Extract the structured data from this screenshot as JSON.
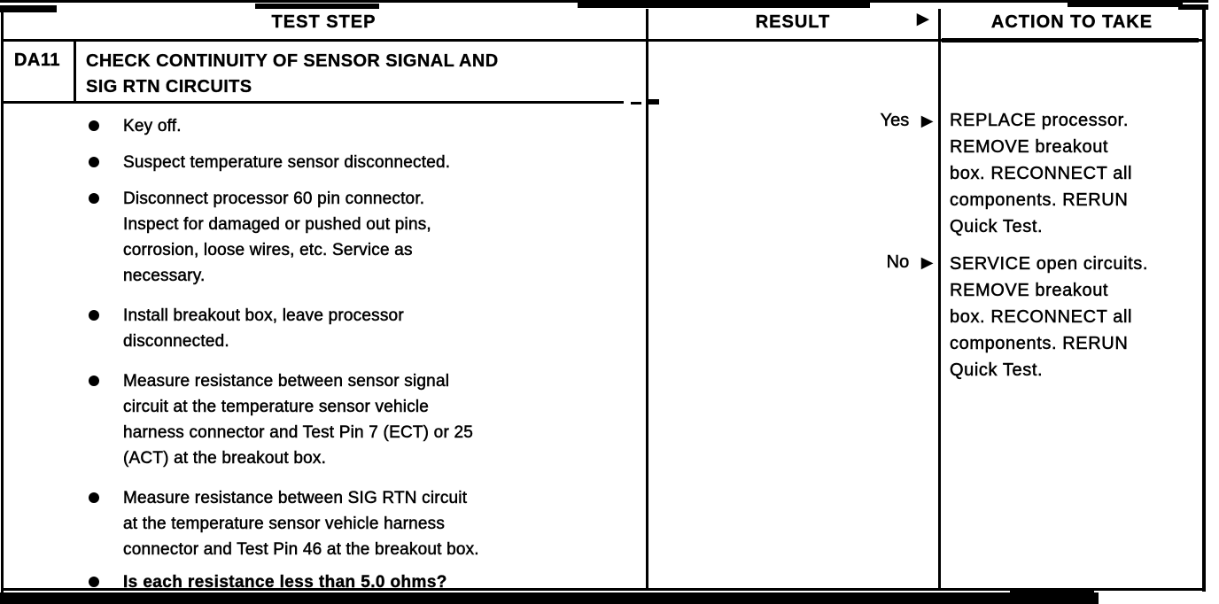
{
  "table": {
    "headers": {
      "test_step": "TEST STEP",
      "result": "RESULT",
      "result_arrow": "►",
      "action": "ACTION TO TAKE"
    },
    "step": {
      "id": "DA11",
      "title_lines": [
        "CHECK CONTINUITY OF SENSOR SIGNAL AND",
        "SIG RTN CIRCUITS"
      ],
      "bullets": [
        {
          "lines": [
            "Key off."
          ]
        },
        {
          "lines": [
            "Suspect temperature sensor disconnected."
          ]
        },
        {
          "lines": [
            "Disconnect processor 60 pin connector.",
            "Inspect for damaged or pushed out pins,",
            "corrosion, loose wires, etc. Service as",
            "necessary."
          ]
        },
        {
          "lines": [
            "Install breakout box, leave processor",
            "disconnected."
          ]
        },
        {
          "lines": [
            "Measure resistance between sensor signal",
            "circuit at the temperature sensor vehicle",
            "harness connector and Test Pin 7 (ECT) or 25",
            "(ACT) at the breakout box."
          ]
        },
        {
          "lines": [
            "Measure resistance between SIG RTN circuit",
            "at the temperature sensor vehicle harness",
            "connector and Test Pin 46 at the breakout box."
          ]
        },
        {
          "lines": [
            "Is each resistance less than 5.0 ohms?"
          ]
        }
      ]
    },
    "results": [
      {
        "label": "Yes",
        "arrow": "►",
        "action_lines": [
          "REPLACE processor.",
          "REMOVE breakout",
          "box. RECONNECT all",
          "components. RERUN",
          "Quick Test."
        ]
      },
      {
        "label": "No",
        "arrow": "►",
        "action_lines": [
          "SERVICE open circuits.",
          "REMOVE breakout",
          "box. RECONNECT all",
          "components. RERUN",
          "Quick Test."
        ]
      }
    ]
  },
  "colors": {
    "ink": "#000000",
    "paper": "#ffffff"
  }
}
